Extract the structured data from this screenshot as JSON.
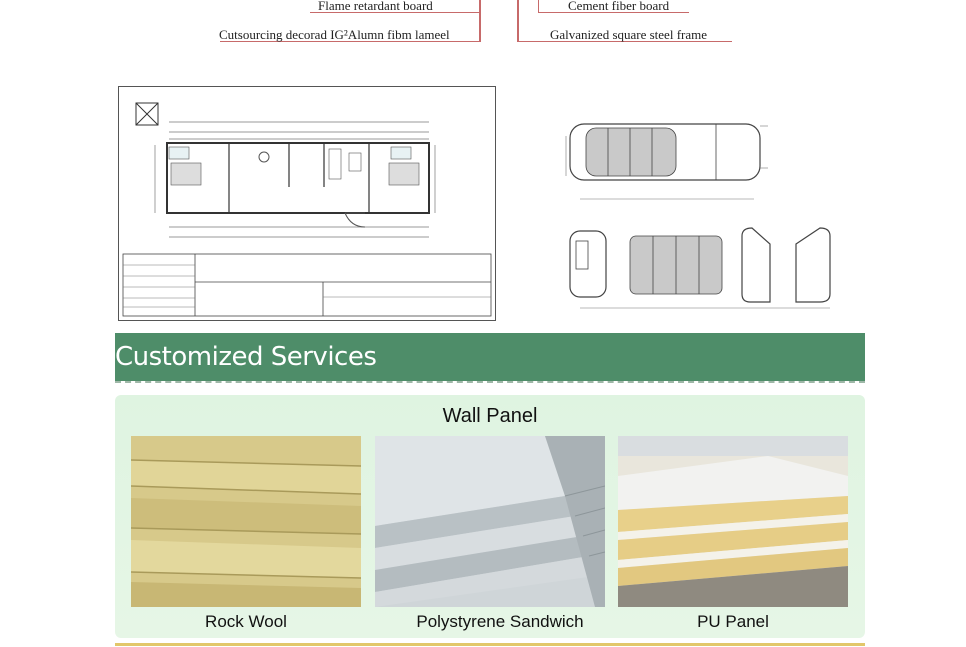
{
  "top_labels": {
    "flame_retardant": "Flame retardant board",
    "cement_fiber": "Cement fiber board",
    "outsourcing": "Cutsourcing decorad IG²Alumn fibm lameel",
    "galvanized": "Galvanized square steel frame"
  },
  "section": {
    "title": "Customized Services"
  },
  "wall_panel": {
    "title": "Wall Panel",
    "items": [
      {
        "label": "Rock Wool"
      },
      {
        "label": "Polystyrene Sandwich"
      },
      {
        "label": "PU Panel"
      }
    ]
  },
  "colors": {
    "section_bar": "#4e8d69",
    "panel_bg": "#dff4e1",
    "accent_line": "#e2c76a",
    "bracket": "#c76a6a"
  }
}
